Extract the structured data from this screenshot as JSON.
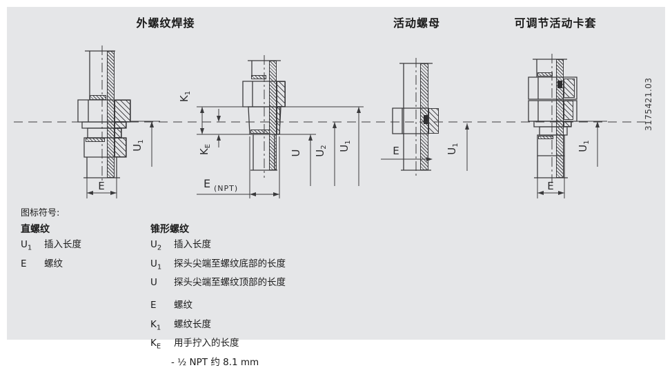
{
  "page": {
    "doc_number": "3175421.03"
  },
  "titles": [
    {
      "label": "外螺纹焊接"
    },
    {
      "label": "活动螺母"
    },
    {
      "label": "可调节活动卡套"
    }
  ],
  "dims": {
    "u1": {
      "main": "U",
      "sub": "1"
    },
    "u2": {
      "main": "U",
      "sub": "2"
    },
    "u": {
      "main": "U",
      "sub": ""
    },
    "k1": {
      "main": "K",
      "sub": "1"
    },
    "ke": {
      "main": "K",
      "sub": "E"
    },
    "e": {
      "main": "E",
      "sub": ""
    },
    "e_npt": {
      "main": "E",
      "sub": "(NPT)"
    }
  },
  "legend": {
    "heading": "图标符号:",
    "straight": {
      "title": "直螺纹",
      "items": [
        {
          "sym": "U",
          "sub": "1",
          "text": "插入长度"
        },
        {
          "sym": "E",
          "sub": "",
          "text": "螺纹"
        }
      ]
    },
    "tapered": {
      "title": "锥形螺纹",
      "items": [
        {
          "sym": "U",
          "sub": "2",
          "text": "插入长度"
        },
        {
          "sym": "U",
          "sub": "1",
          "text": "探头尖端至螺纹底部的长度"
        },
        {
          "sym": "U",
          "sub": "",
          "text": "探头尖端至螺纹顶部的长度"
        },
        {
          "sym": "E",
          "sub": "",
          "text": "螺纹"
        },
        {
          "sym": "K",
          "sub": "1",
          "text": "螺纹长度"
        },
        {
          "sym": "K",
          "sub": "E",
          "text": "用手拧入的长度"
        }
      ],
      "note": "- ½ NPT 约 8.1 mm"
    }
  },
  "colors": {
    "panel": "#e5e6e8",
    "line": "#3a3a3c",
    "text": "#1a1a1a"
  }
}
